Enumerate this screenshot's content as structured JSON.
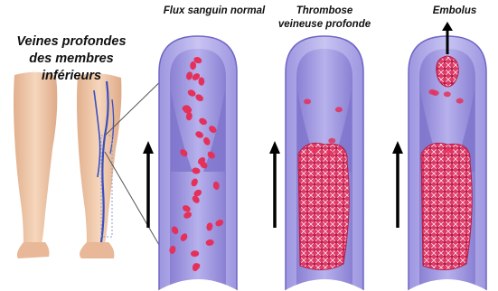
{
  "legs": {
    "label": "Veines profondes des membres inférieurs",
    "icon": "legs-with-deep-veins-illustration"
  },
  "panels": [
    {
      "id": "normal",
      "title": "Flux sanguin normal",
      "state": "normal-flow"
    },
    {
      "id": "thrombosis",
      "title": "Thrombose veineuse profonde",
      "state": "thrombus"
    },
    {
      "id": "embolus",
      "title": "Embolus",
      "state": "thrombus-with-detached-embolus"
    }
  ],
  "colors": {
    "vein_wall": "#b8b2ea",
    "vein_inner": "#8d84d6",
    "vein_lumen": "#aaa4e4",
    "red_cell": "#e4305a",
    "red_cell_center": "#b81e45",
    "clot": "#df3a68",
    "skin": "#f0c8a8",
    "vein_line": "#3a4fc0",
    "arrow": "#000000"
  }
}
